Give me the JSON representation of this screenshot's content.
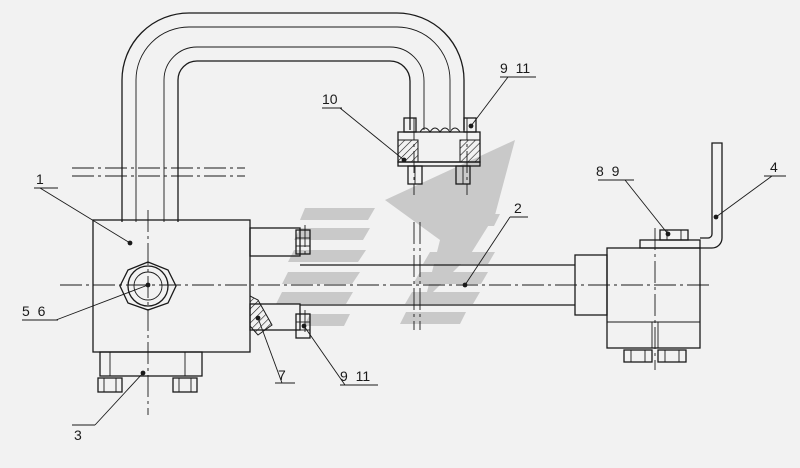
{
  "callouts": {
    "c1": "1",
    "c2": "2",
    "c3": "3",
    "c4": "4",
    "c5_6": "5  6",
    "c7": "7",
    "c8_9": "8  9",
    "c9_11_top": "9  11",
    "c9_11_bottom": "9  11",
    "c10": "10"
  },
  "colors": {
    "background": "#f2f2f2",
    "line": "#1a1a1a",
    "watermark": "#c9c9c9"
  }
}
